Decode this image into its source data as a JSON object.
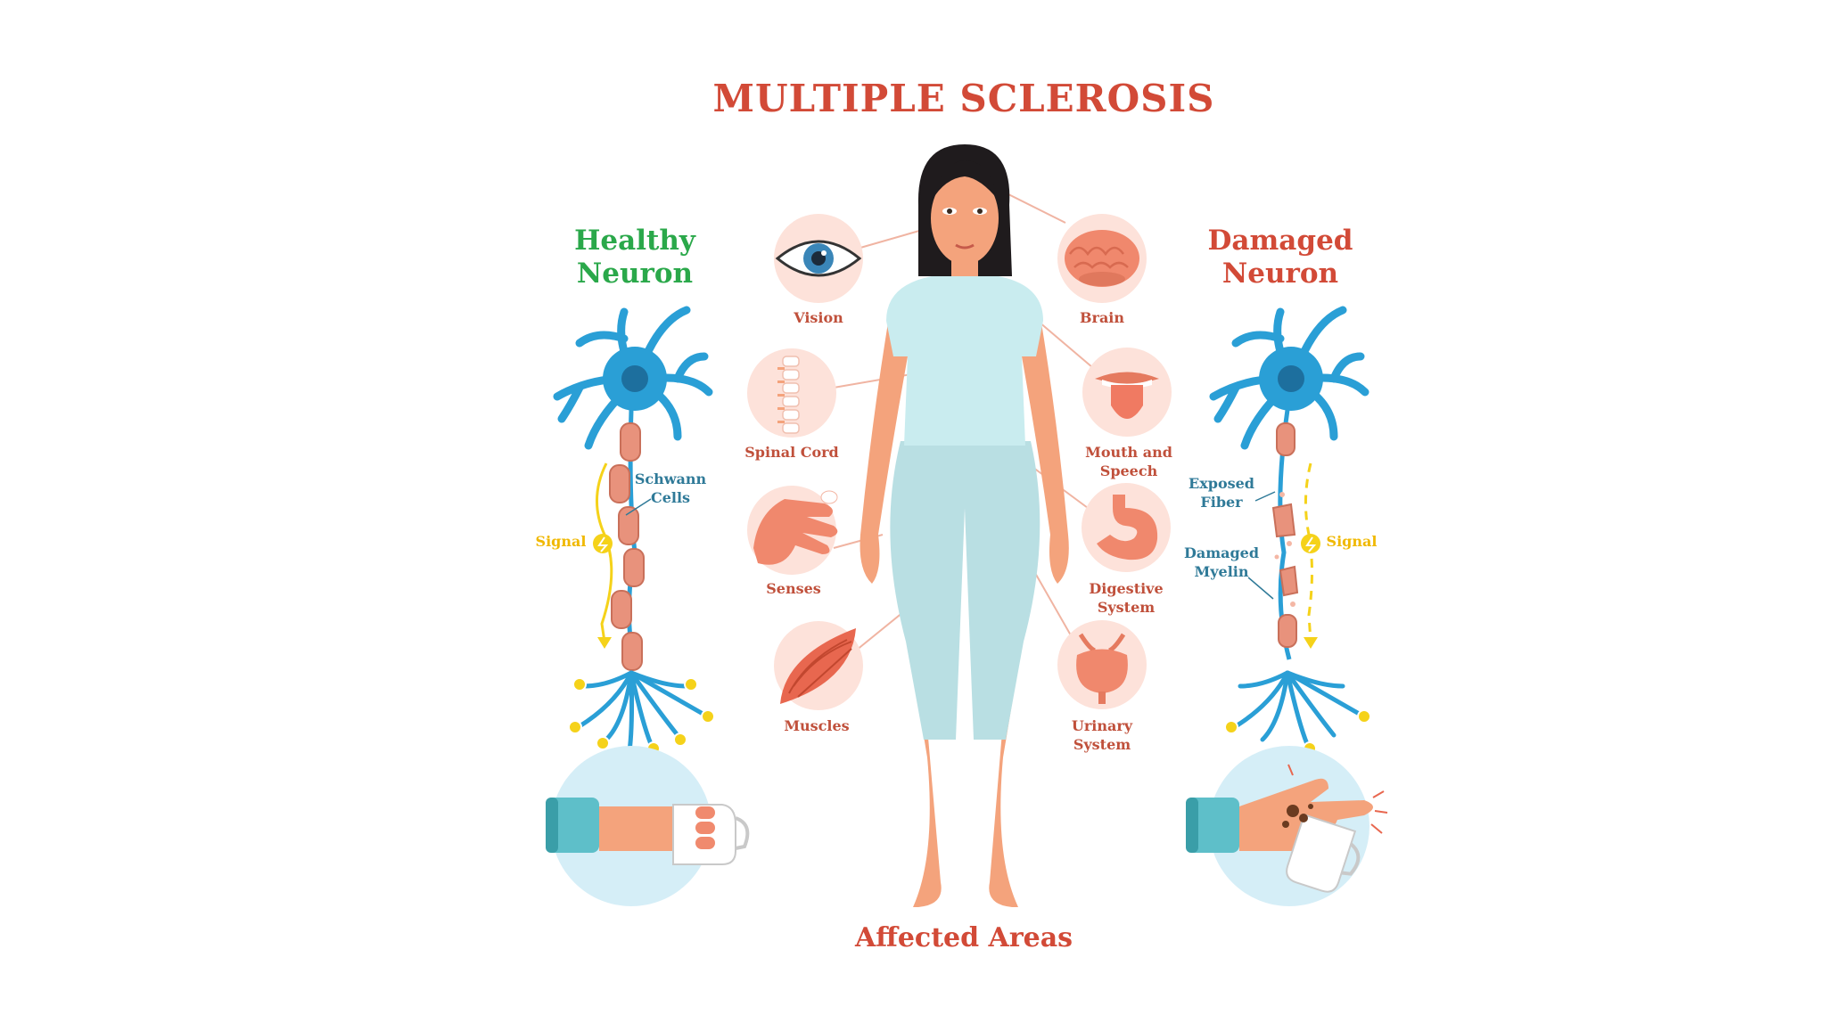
{
  "title": "MULTIPLE SCLEROSIS",
  "footer": "Affected Areas",
  "healthy": {
    "heading_line1": "Healthy",
    "heading_line2": "Neuron",
    "schwann_line1": "Schwann",
    "schwann_line2": "Cells",
    "signal": "Signal"
  },
  "damaged": {
    "heading_line1": "Damaged",
    "heading_line2": "Neuron",
    "exposed_line1": "Exposed",
    "exposed_line2": "Fiber",
    "myelin_line1": "Damaged",
    "myelin_line2": "Myelin",
    "signal": "Signal"
  },
  "organs": {
    "vision": "Vision",
    "brain": "Brain",
    "spinal_cord": "Spinal Cord",
    "mouth_line1": "Mouth and",
    "mouth_line2": "Speech",
    "senses": "Senses",
    "digestive_line1": "Digestive",
    "digestive_line2": "System",
    "muscles": "Muscles",
    "urinary_line1": "Urinary",
    "urinary_line2": "System"
  },
  "colors": {
    "title": "#d24a37",
    "healthy": "#2aa84a",
    "neuron": "#2a9fd6",
    "myelin": "#e8927c",
    "signal": "#f0c400",
    "organ_bg": "#fde2da",
    "skin": "#f4a37c",
    "clothes": "#b9dfe3"
  }
}
